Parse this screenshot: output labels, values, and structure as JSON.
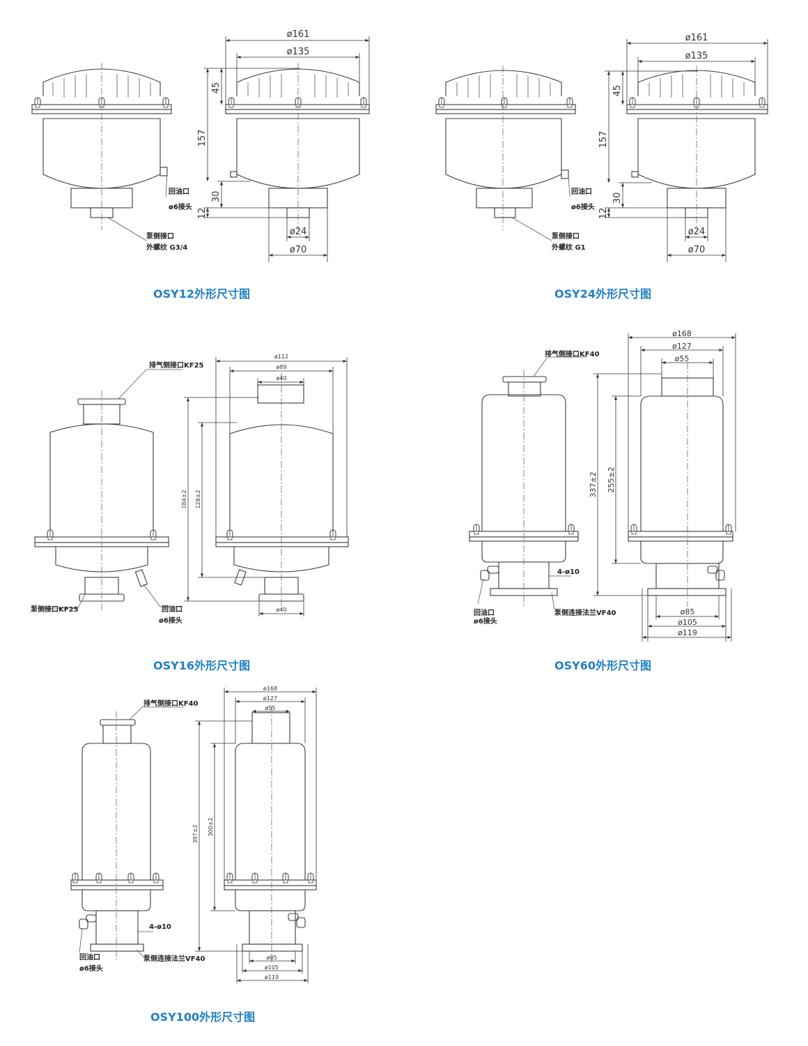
{
  "captions": {
    "osy12": "OSY12外形尺寸图",
    "osy24": "OSY24外形尺寸图",
    "osy16": "OSY16外形尺寸图",
    "osy60": "OSY60外形尺寸图",
    "osy100": "OSY100外形尺寸图"
  },
  "osy12": {
    "d_outer": "ø161",
    "d_body": "ø135",
    "h_cap": "45",
    "h_body": "157",
    "h_neck": "30",
    "h_port": "12",
    "d_port": "ø24",
    "d_base": "ø70",
    "oil_return": "回油口",
    "oil_fitting": "ø6接头",
    "pump_port": "泵侧接口",
    "pump_thread": "外螺纹 G3/4"
  },
  "osy24": {
    "d_outer": "ø161",
    "d_body": "ø135",
    "h_cap": "45",
    "h_body": "157",
    "h_neck": "30",
    "h_port": "12",
    "d_port": "ø24",
    "d_base": "ø70",
    "oil_return": "回油口",
    "oil_fitting": "ø6接头",
    "pump_port": "泵侧接口",
    "pump_thread": "外螺纹 G1"
  },
  "osy16": {
    "exhaust": "排气侧接口KF25",
    "d_outer": "ø112",
    "d_body": "ø89",
    "d_top": "ø40",
    "h_total": "184±2",
    "h_body": "128±2",
    "d_bottom": "ø40",
    "pump_side": "泵侧接口KF25",
    "oil_return": "回油口",
    "oil_fitting": "ø6接头"
  },
  "osy60": {
    "exhaust": "排气侧接口KF40",
    "d_outer": "ø168",
    "d_body": "ø127",
    "d_top": "ø55",
    "h_total": "337±2",
    "h_body": "255±2",
    "bolts": "4-ø10",
    "oil_return": "回油口",
    "oil_fitting": "ø6接头",
    "flange": "泵侧连接法兰VF40",
    "d85": "ø85",
    "d105": "ø105",
    "d119": "ø119"
  },
  "osy100": {
    "exhaust": "排气侧接口KF40",
    "d_outer": "ø168",
    "d_body": "ø127",
    "d_top": "ø55",
    "h_total": "397±2",
    "h_body": "300±2",
    "bolts": "4-ø10",
    "oil_return": "回油口",
    "oil_fitting": "ø6接头",
    "flange": "泵侧连接法兰VF40",
    "d85": "ø85",
    "d105": "ø105",
    "d119": "ø119"
  }
}
